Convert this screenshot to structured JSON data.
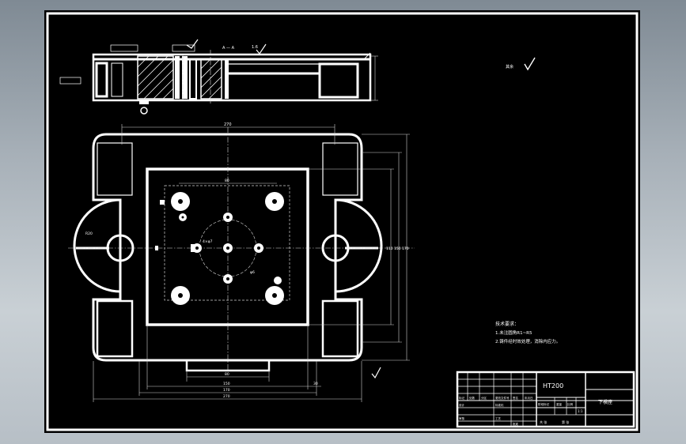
{
  "section_label": "A — A",
  "roughness_top": "1.6",
  "roughness_other": "其余",
  "dims_plan": {
    "top_width": "270",
    "inner_top": "80",
    "hole_spacing": "4×φ7",
    "height_total": "110",
    "bottom_1": "80",
    "bottom_2": "150",
    "bottom_3": "170",
    "bottom_4": "270",
    "bottom_side": "30",
    "right_1": "110",
    "right_2": "150",
    "right_3": "170",
    "r_label": "R20",
    "phi_label": "φ6"
  },
  "tech_req": {
    "title": "技术要求：",
    "item1": "1.未注圆角R1~R5",
    "item2": "2.铸件经时效处理，消除内应力。"
  },
  "title_block": {
    "material": "HT200",
    "part_name": "下模座",
    "cells": [
      "标记",
      "处数",
      "分区",
      "更改文件号",
      "签名",
      "年月日",
      "设计",
      "标准化",
      "阶段标记",
      "重量",
      "比例",
      "1:1",
      "审核",
      "工艺",
      "批准",
      "共 张",
      "第 张"
    ]
  },
  "colors": {
    "paper": "#000000",
    "line": "#ffffff",
    "frame_bg": "#a9b2ba"
  }
}
